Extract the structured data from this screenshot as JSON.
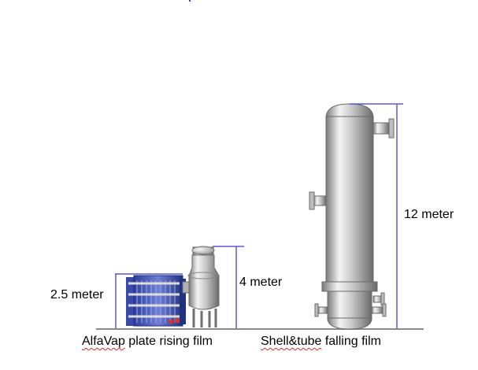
{
  "labels": {
    "plate_height": "2.5 meter",
    "separator_height": "4 meter",
    "column_height": "12 meter"
  },
  "captions": {
    "plate_word1": "AlfaVap",
    "plate_rest": " plate rising film",
    "shell_word1": "Shell&tube",
    "shell_rest": " falling film"
  },
  "colors": {
    "dimension_line": "#5a5ad0",
    "vessel_light": "#f2f2f2",
    "vessel_mid": "#c4c4c4",
    "vessel_dark": "#6e6e6e",
    "plate_frame": "#3a4aa8",
    "ground_line": "#8a8a8a"
  }
}
